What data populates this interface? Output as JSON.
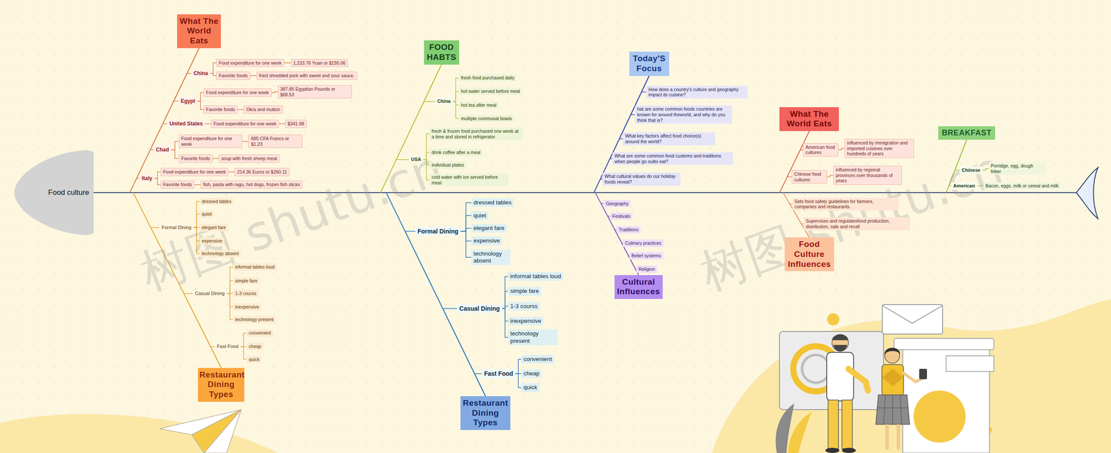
{
  "diagram": {
    "nodes": [
      {
        "text": [
          "Food culture"
        ]
      },
      {
        "text": [
          "What The World Eats"
        ]
      },
      {
        "text": [
          "China"
        ]
      },
      {
        "text": [
          "Food expenditure for one week"
        ]
      },
      {
        "text": [
          "1,233.76 Yuan or $155.06"
        ]
      },
      {
        "text": [
          "Favorite foods"
        ]
      },
      {
        "text": [
          "fried shredded pork with sweet and sour sauce."
        ]
      },
      {
        "text": [
          "Egypt"
        ]
      },
      {
        "text": [
          "Food expenditure for one week"
        ]
      },
      {
        "text": [
          "387.85 Egyptian Pounds or $68.53"
        ]
      },
      {
        "text": [
          "Favorite foods"
        ]
      },
      {
        "text": [
          "Okra and mutton"
        ]
      },
      {
        "text": [
          "United States"
        ]
      },
      {
        "text": [
          "Food expenditure for one week"
        ]
      },
      {
        "text": [
          "$341.98"
        ]
      },
      {
        "text": [
          "Chad"
        ]
      },
      {
        "text": [
          "Food expenditure for one week"
        ]
      },
      {
        "text": [
          "685 CFA Francs or $1.23"
        ]
      },
      {
        "text": [
          "Favorite foods"
        ]
      },
      {
        "text": [
          "soup with fresh sheep meat"
        ]
      },
      {
        "text": [
          "Italy"
        ]
      },
      {
        "text": [
          "Food expenditure for one week"
        ]
      },
      {
        "text": [
          "214.36 Euros or $260.11"
        ]
      },
      {
        "text": [
          "Favorite foods"
        ]
      },
      {
        "text": [
          "fish, pasta with ragu, hot dogs, frozen fish sticks"
        ]
      },
      {
        "text": [
          "Restaurant Dining Types"
        ]
      },
      {
        "text": [
          "Formal Dining"
        ]
      },
      {
        "text": [
          "dressed tables"
        ]
      },
      {
        "text": [
          "quiet"
        ]
      },
      {
        "text": [
          "elegant fare"
        ]
      },
      {
        "text": [
          "expensive"
        ]
      },
      {
        "text": [
          "technology absent"
        ]
      },
      {
        "text": [
          "Casual Dining"
        ]
      },
      {
        "text": [
          "informal tables loud"
        ]
      },
      {
        "text": [
          "simple fare"
        ]
      },
      {
        "text": [
          "1-3 courss"
        ]
      },
      {
        "text": [
          "inexpensive"
        ]
      },
      {
        "text": [
          "technology present"
        ]
      },
      {
        "text": [
          "Fast Food"
        ]
      },
      {
        "text": [
          "convenient"
        ]
      },
      {
        "text": [
          "cheap"
        ]
      },
      {
        "text": [
          "quick"
        ]
      },
      {
        "text": [
          "FOOD HABTS"
        ]
      },
      {
        "text": [
          "China"
        ]
      },
      {
        "text": [
          "fresh food purchased daily"
        ]
      },
      {
        "text": [
          "hot water served before meal"
        ]
      },
      {
        "text": [
          "hot tea after meal"
        ]
      },
      {
        "text": [
          "multiple communal bowls"
        ]
      },
      {
        "text": [
          "USA"
        ]
      },
      {
        "text": [
          "fresh & frozen food purchased one week at a time and stored in refrigerator"
        ]
      },
      {
        "text": [
          "drink coffee after a meal"
        ]
      },
      {
        "text": [
          "individual plates"
        ]
      },
      {
        "text": [
          "cold water with ice served before meal"
        ]
      },
      {
        "text": [
          "Restaurant Dining Types"
        ]
      },
      {
        "text": [
          "Formal Dining"
        ]
      },
      {
        "text": [
          "dressed tables"
        ]
      },
      {
        "text": [
          "quiet"
        ]
      },
      {
        "text": [
          "elegant fare"
        ]
      },
      {
        "text": [
          "expensive"
        ]
      },
      {
        "text": [
          "technology absent"
        ]
      },
      {
        "text": [
          "Casual Dining"
        ]
      },
      {
        "text": [
          "informal tables loud"
        ]
      },
      {
        "text": [
          "simple fare"
        ]
      },
      {
        "text": [
          "1-3 courss"
        ]
      },
      {
        "text": [
          "inexpensive"
        ]
      },
      {
        "text": [
          "technology present"
        ]
      },
      {
        "text": [
          "Fast Food"
        ]
      },
      {
        "text": [
          "convenient"
        ]
      },
      {
        "text": [
          "cheap"
        ]
      },
      {
        "text": [
          "quick"
        ]
      },
      {
        "text": [
          "Today'S Focus"
        ]
      },
      {
        "text": [
          "How does a country's culture and geography impact its cuisine?"
        ]
      },
      {
        "text": [
          "hat are some common foods countries are known for around theworld, and why do you think that is?"
        ]
      },
      {
        "text": [
          "What key factors affect food choice(s) around the world?"
        ]
      },
      {
        "text": [
          "What are some common food customs and traditions when people go outto eat?"
        ]
      },
      {
        "text": [
          "What cultural values do our holiday foods reveal?"
        ]
      },
      {
        "text": [
          "Cultural Influences"
        ]
      },
      {
        "text": [
          "Geography"
        ]
      },
      {
        "text": [
          "Festivals"
        ]
      },
      {
        "text": [
          "Traditions"
        ]
      },
      {
        "text": [
          "Culinary practices"
        ]
      },
      {
        "text": [
          "Belief systems"
        ]
      },
      {
        "text": [
          "Religion"
        ]
      },
      {
        "text": [
          "What The World Eats"
        ]
      },
      {
        "text": [
          "American food cultures"
        ]
      },
      {
        "text": [
          "influenced by immigration and imported cuisines over hundreds of years"
        ]
      },
      {
        "text": [
          "Chinese food cultures"
        ]
      },
      {
        "text": [
          "influenced by regional provinces over thousands of years"
        ]
      },
      {
        "text": [
          "Food Culture Influences"
        ]
      },
      {
        "text": [
          "Sets food safety guidelines for farmers, companies and restaurants."
        ]
      },
      {
        "text": [
          "Supervises and regulatesfood production, distribution, sale and recall"
        ]
      },
      {
        "text": [
          "BREAKFAST"
        ]
      },
      {
        "text": [
          "Chinese"
        ]
      },
      {
        "text": [
          "Porridge, egg, dough fritter"
        ]
      },
      {
        "text": [
          "American"
        ]
      },
      {
        "text": [
          "Bacon, eggs, milk or cereal and milk"
        ]
      }
    ],
    "edges": [
      {
        "from": 1,
        "to": 2,
        "arrow": "none"
      },
      {
        "from": 1,
        "to": 7,
        "arrow": "none"
      },
      {
        "from": 1,
        "to": 12,
        "arrow": "none"
      },
      {
        "from": 1,
        "to": 15,
        "arrow": "none"
      },
      {
        "from": 1,
        "to": 20,
        "arrow": "none"
      },
      {
        "from": 2,
        "to": 3,
        "arrow": "none"
      },
      {
        "from": 2,
        "to": 5,
        "arrow": "none"
      },
      {
        "from": 3,
        "to": 4,
        "arrow": "none"
      },
      {
        "from": 5,
        "to": 6,
        "arrow": "none"
      },
      {
        "from": 7,
        "to": 8,
        "arrow": "none"
      },
      {
        "from": 7,
        "to": 10,
        "arrow": "none"
      },
      {
        "from": 8,
        "to": 9,
        "arrow": "none"
      },
      {
        "from": 10,
        "to": 11,
        "arrow": "none"
      },
      {
        "from": 12,
        "to": 13,
        "arrow": "none"
      },
      {
        "from": 13,
        "to": 14,
        "arrow": "none"
      },
      {
        "from": 15,
        "to": 16,
        "arrow": "none"
      },
      {
        "from": 15,
        "to": 18,
        "arrow": "none"
      },
      {
        "from": 16,
        "to": 17,
        "arrow": "none"
      },
      {
        "from": 18,
        "to": 19,
        "arrow": "none"
      },
      {
        "from": 20,
        "to": 21,
        "arrow": "none"
      },
      {
        "from": 20,
        "to": 23,
        "arrow": "none"
      },
      {
        "from": 21,
        "to": 22,
        "arrow": "none"
      },
      {
        "from": 23,
        "to": 24,
        "arrow": "none"
      },
      {
        "from": 25,
        "to": 26,
        "arrow": "none"
      },
      {
        "from": 25,
        "to": 32,
        "arrow": "none"
      },
      {
        "from": 25,
        "to": 38,
        "arrow": "none"
      },
      {
        "from": 26,
        "to": 27,
        "arrow": "none"
      },
      {
        "from": 26,
        "to": 28,
        "arrow": "none"
      },
      {
        "from": 26,
        "to": 29,
        "arrow": "none"
      },
      {
        "from": 26,
        "to": 30,
        "arrow": "none"
      },
      {
        "from": 26,
        "to": 31,
        "arrow": "none"
      },
      {
        "from": 32,
        "to": 33,
        "arrow": "none"
      },
      {
        "from": 32,
        "to": 34,
        "arrow": "none"
      },
      {
        "from": 32,
        "to": 35,
        "arrow": "none"
      },
      {
        "from": 32,
        "to": 36,
        "arrow": "none"
      },
      {
        "from": 32,
        "to": 37,
        "arrow": "none"
      },
      {
        "from": 38,
        "to": 39,
        "arrow": "none"
      },
      {
        "from": 38,
        "to": 40,
        "arrow": "none"
      },
      {
        "from": 38,
        "to": 41,
        "arrow": "none"
      },
      {
        "from": 42,
        "to": 43,
        "arrow": "none"
      },
      {
        "from": 42,
        "to": 48,
        "arrow": "none"
      },
      {
        "from": 43,
        "to": 44,
        "arrow": "none"
      },
      {
        "from": 43,
        "to": 45,
        "arrow": "none"
      },
      {
        "from": 43,
        "to": 46,
        "arrow": "none"
      },
      {
        "from": 43,
        "to": 47,
        "arrow": "none"
      },
      {
        "from": 48,
        "to": 49,
        "arrow": "none"
      },
      {
        "from": 48,
        "to": 50,
        "arrow": "none"
      },
      {
        "from": 48,
        "to": 51,
        "arrow": "none"
      },
      {
        "from": 48,
        "to": 52,
        "arrow": "none"
      },
      {
        "from": 53,
        "to": 54,
        "arrow": "none"
      },
      {
        "from": 53,
        "to": 60,
        "arrow": "none"
      },
      {
        "from": 53,
        "to": 66,
        "arrow": "none"
      },
      {
        "from": 54,
        "to": 55,
        "arrow": "none"
      },
      {
        "from": 54,
        "to": 56,
        "arrow": "none"
      },
      {
        "from": 54,
        "to": 57,
        "arrow": "none"
      },
      {
        "from": 54,
        "to": 58,
        "arrow": "none"
      },
      {
        "from": 54,
        "to": 59,
        "arrow": "none"
      },
      {
        "from": 60,
        "to": 61,
        "arrow": "none"
      },
      {
        "from": 60,
        "to": 62,
        "arrow": "none"
      },
      {
        "from": 60,
        "to": 63,
        "arrow": "none"
      },
      {
        "from": 60,
        "to": 64,
        "arrow": "none"
      },
      {
        "from": 60,
        "to": 65,
        "arrow": "none"
      },
      {
        "from": 66,
        "to": 67,
        "arrow": "none"
      },
      {
        "from": 66,
        "to": 68,
        "arrow": "none"
      },
      {
        "from": 66,
        "to": 69,
        "arrow": "none"
      },
      {
        "from": 70,
        "to": 71,
        "arrow": "none"
      },
      {
        "from": 70,
        "to": 72,
        "arrow": "none"
      },
      {
        "from": 70,
        "to": 73,
        "arrow": "none"
      },
      {
        "from": 70,
        "to": 74,
        "arrow": "none"
      },
      {
        "from": 70,
        "to": 75,
        "arrow": "none"
      },
      {
        "from": 76,
        "to": 77,
        "arrow": "none"
      },
      {
        "from": 76,
        "to": 78,
        "arrow": "none"
      },
      {
        "from": 76,
        "to": 79,
        "arrow": "none"
      },
      {
        "from": 76,
        "to": 80,
        "arrow": "none"
      },
      {
        "from": 76,
        "to": 81,
        "arrow": "none"
      },
      {
        "from": 76,
        "to": 82,
        "arrow": "none"
      },
      {
        "from": 83,
        "to": 84,
        "arrow": "none"
      },
      {
        "from": 83,
        "to": 86,
        "arrow": "none"
      },
      {
        "from": 84,
        "to": 85,
        "arrow": "none"
      },
      {
        "from": 86,
        "to": 87,
        "arrow": "none"
      },
      {
        "from": 88,
        "to": 89,
        "arrow": "none"
      },
      {
        "from": 88,
        "to": 90,
        "arrow": "none"
      },
      {
        "from": 91,
        "to": 92,
        "arrow": "none"
      },
      {
        "from": 91,
        "to": 94,
        "arrow": "none"
      },
      {
        "from": 92,
        "to": 93,
        "arrow": "none"
      },
      {
        "from": 94,
        "to": 95,
        "arrow": "none"
      }
    ],
    "labels": [
      "树图 shutu.cn",
      "树图 shutu.cn"
    ]
  }
}
